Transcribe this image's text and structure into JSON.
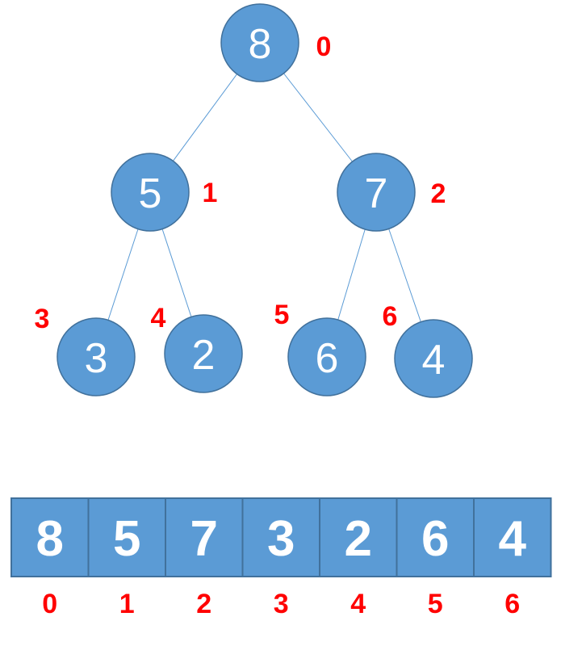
{
  "colors": {
    "node_fill": "#5b9bd5",
    "node_stroke": "#41719c",
    "index_label": "#ff0000",
    "text": "#ffffff"
  },
  "tree": {
    "nodes": [
      {
        "value": "8",
        "index": "0"
      },
      {
        "value": "5",
        "index": "1"
      },
      {
        "value": "7",
        "index": "2"
      },
      {
        "value": "3",
        "index": "3"
      },
      {
        "value": "2",
        "index": "4"
      },
      {
        "value": "6",
        "index": "5"
      },
      {
        "value": "4",
        "index": "6"
      }
    ],
    "edges": [
      [
        0,
        1
      ],
      [
        0,
        2
      ],
      [
        1,
        3
      ],
      [
        1,
        4
      ],
      [
        2,
        5
      ],
      [
        2,
        6
      ]
    ]
  },
  "array": {
    "cells": [
      {
        "value": "8",
        "index": "0"
      },
      {
        "value": "5",
        "index": "1"
      },
      {
        "value": "7",
        "index": "2"
      },
      {
        "value": "3",
        "index": "3"
      },
      {
        "value": "2",
        "index": "4"
      },
      {
        "value": "6",
        "index": "5"
      },
      {
        "value": "4",
        "index": "6"
      }
    ]
  }
}
